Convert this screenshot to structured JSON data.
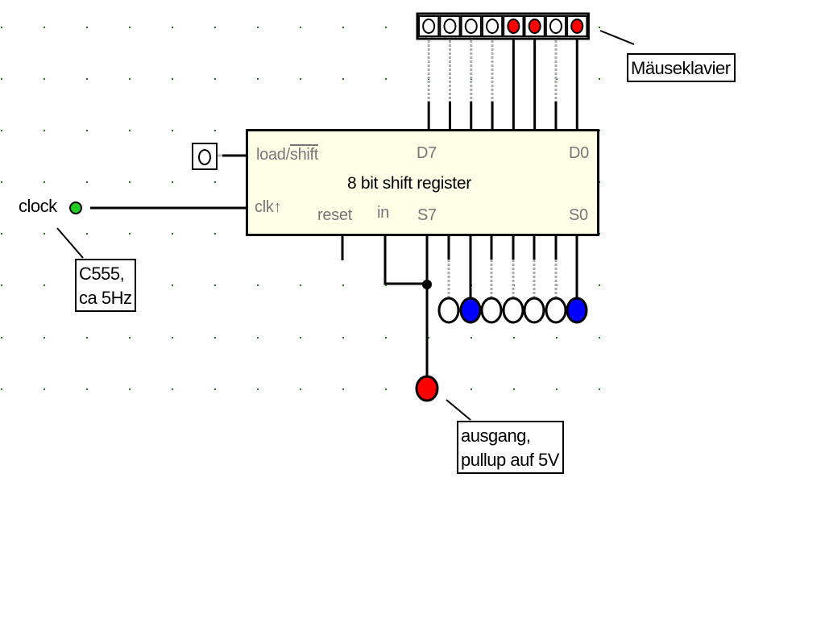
{
  "diagram": {
    "title": "8 bit shift register circuit",
    "grid_color": "#1f7a1f",
    "keyboard": {
      "label": "Mäuseklavier",
      "bits": [
        0,
        0,
        0,
        0,
        1,
        1,
        0,
        1
      ],
      "on_color": "#ff0000",
      "off_color": "#ffffff"
    },
    "register": {
      "title": "8 bit shift register",
      "pin_load_shift_a": "load/",
      "pin_load_shift_b": "shift",
      "pin_clk": "clk↑",
      "pin_reset": "reset",
      "pin_in": "in",
      "pin_d7": "D7",
      "pin_d0": "D0",
      "pin_s7": "S7",
      "pin_s0": "S0"
    },
    "load_switch": {
      "state": "O"
    },
    "clock": {
      "label": "clock",
      "color": "#22cc22"
    },
    "clock_note": {
      "line1": "C555,",
      "line2": "ca 5Hz"
    },
    "outputs": {
      "bits": [
        0,
        1,
        0,
        0,
        0,
        0,
        1
      ],
      "on_color": "#0000ff",
      "off_color": "#ffffff"
    },
    "output_led": {
      "state": 1,
      "color": "#ff0000"
    },
    "output_note": {
      "line1": "ausgang,",
      "line2": "pullup auf 5V"
    }
  }
}
